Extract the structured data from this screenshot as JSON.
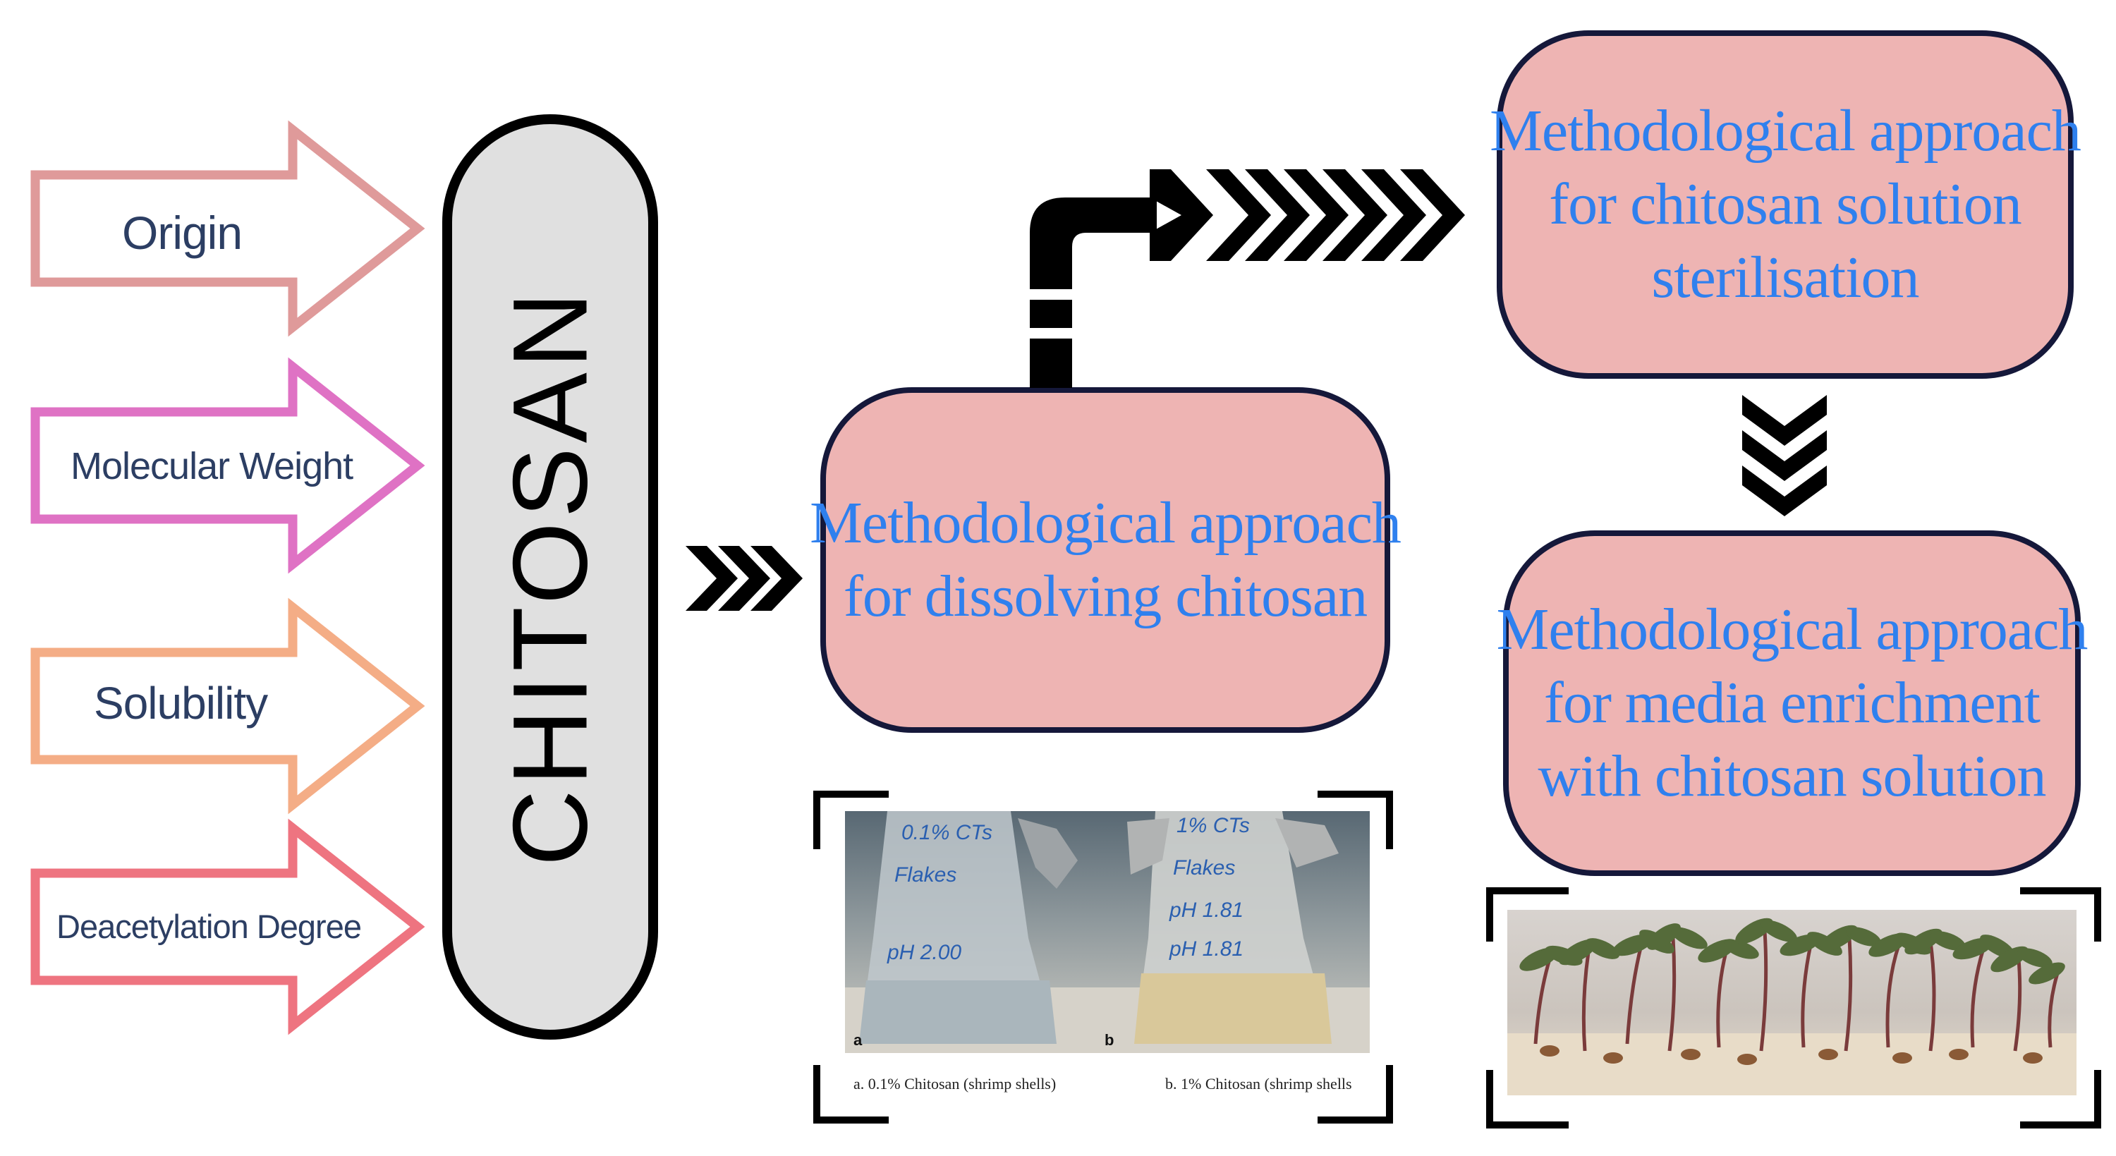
{
  "properties": [
    {
      "label": "Origin",
      "color": "#df9a9a"
    },
    {
      "label": "Molecular Weight",
      "color": "#df72c4"
    },
    {
      "label": "Solubility",
      "color": "#f4ad86"
    },
    {
      "label": "Deacetylation Degree",
      "color": "#ee7480"
    }
  ],
  "center": {
    "label": "CHITOSAN"
  },
  "methods": {
    "dissolving": [
      "Methodological approach",
      "for dissolving chitosan"
    ],
    "sterilisation": [
      "Methodological approach",
      "for chitosan solution",
      "sterilisation"
    ],
    "enrichment": [
      "Methodological approach",
      "for media enrichment",
      "with chitosan solution"
    ]
  },
  "photo_flasks": {
    "flask_a_letter": "a",
    "flask_b_letter": "b",
    "flask_a_writing": [
      "0.1% CTs",
      "Flakes",
      "pH 2.00"
    ],
    "flask_b_writing": [
      "1% CTs",
      "Flakes",
      "pH 1.81",
      "pH 1.81"
    ],
    "caption_a": "a. 0.1% Chitosan (shrimp shells)",
    "caption_b": "b. 1% Chitosan (shrimp shells"
  },
  "colors": {
    "box_fill": "#eeb4b3",
    "box_border": "#15183a",
    "method_text": "#2f80ee",
    "pill_fill": "#e0e0e0"
  }
}
